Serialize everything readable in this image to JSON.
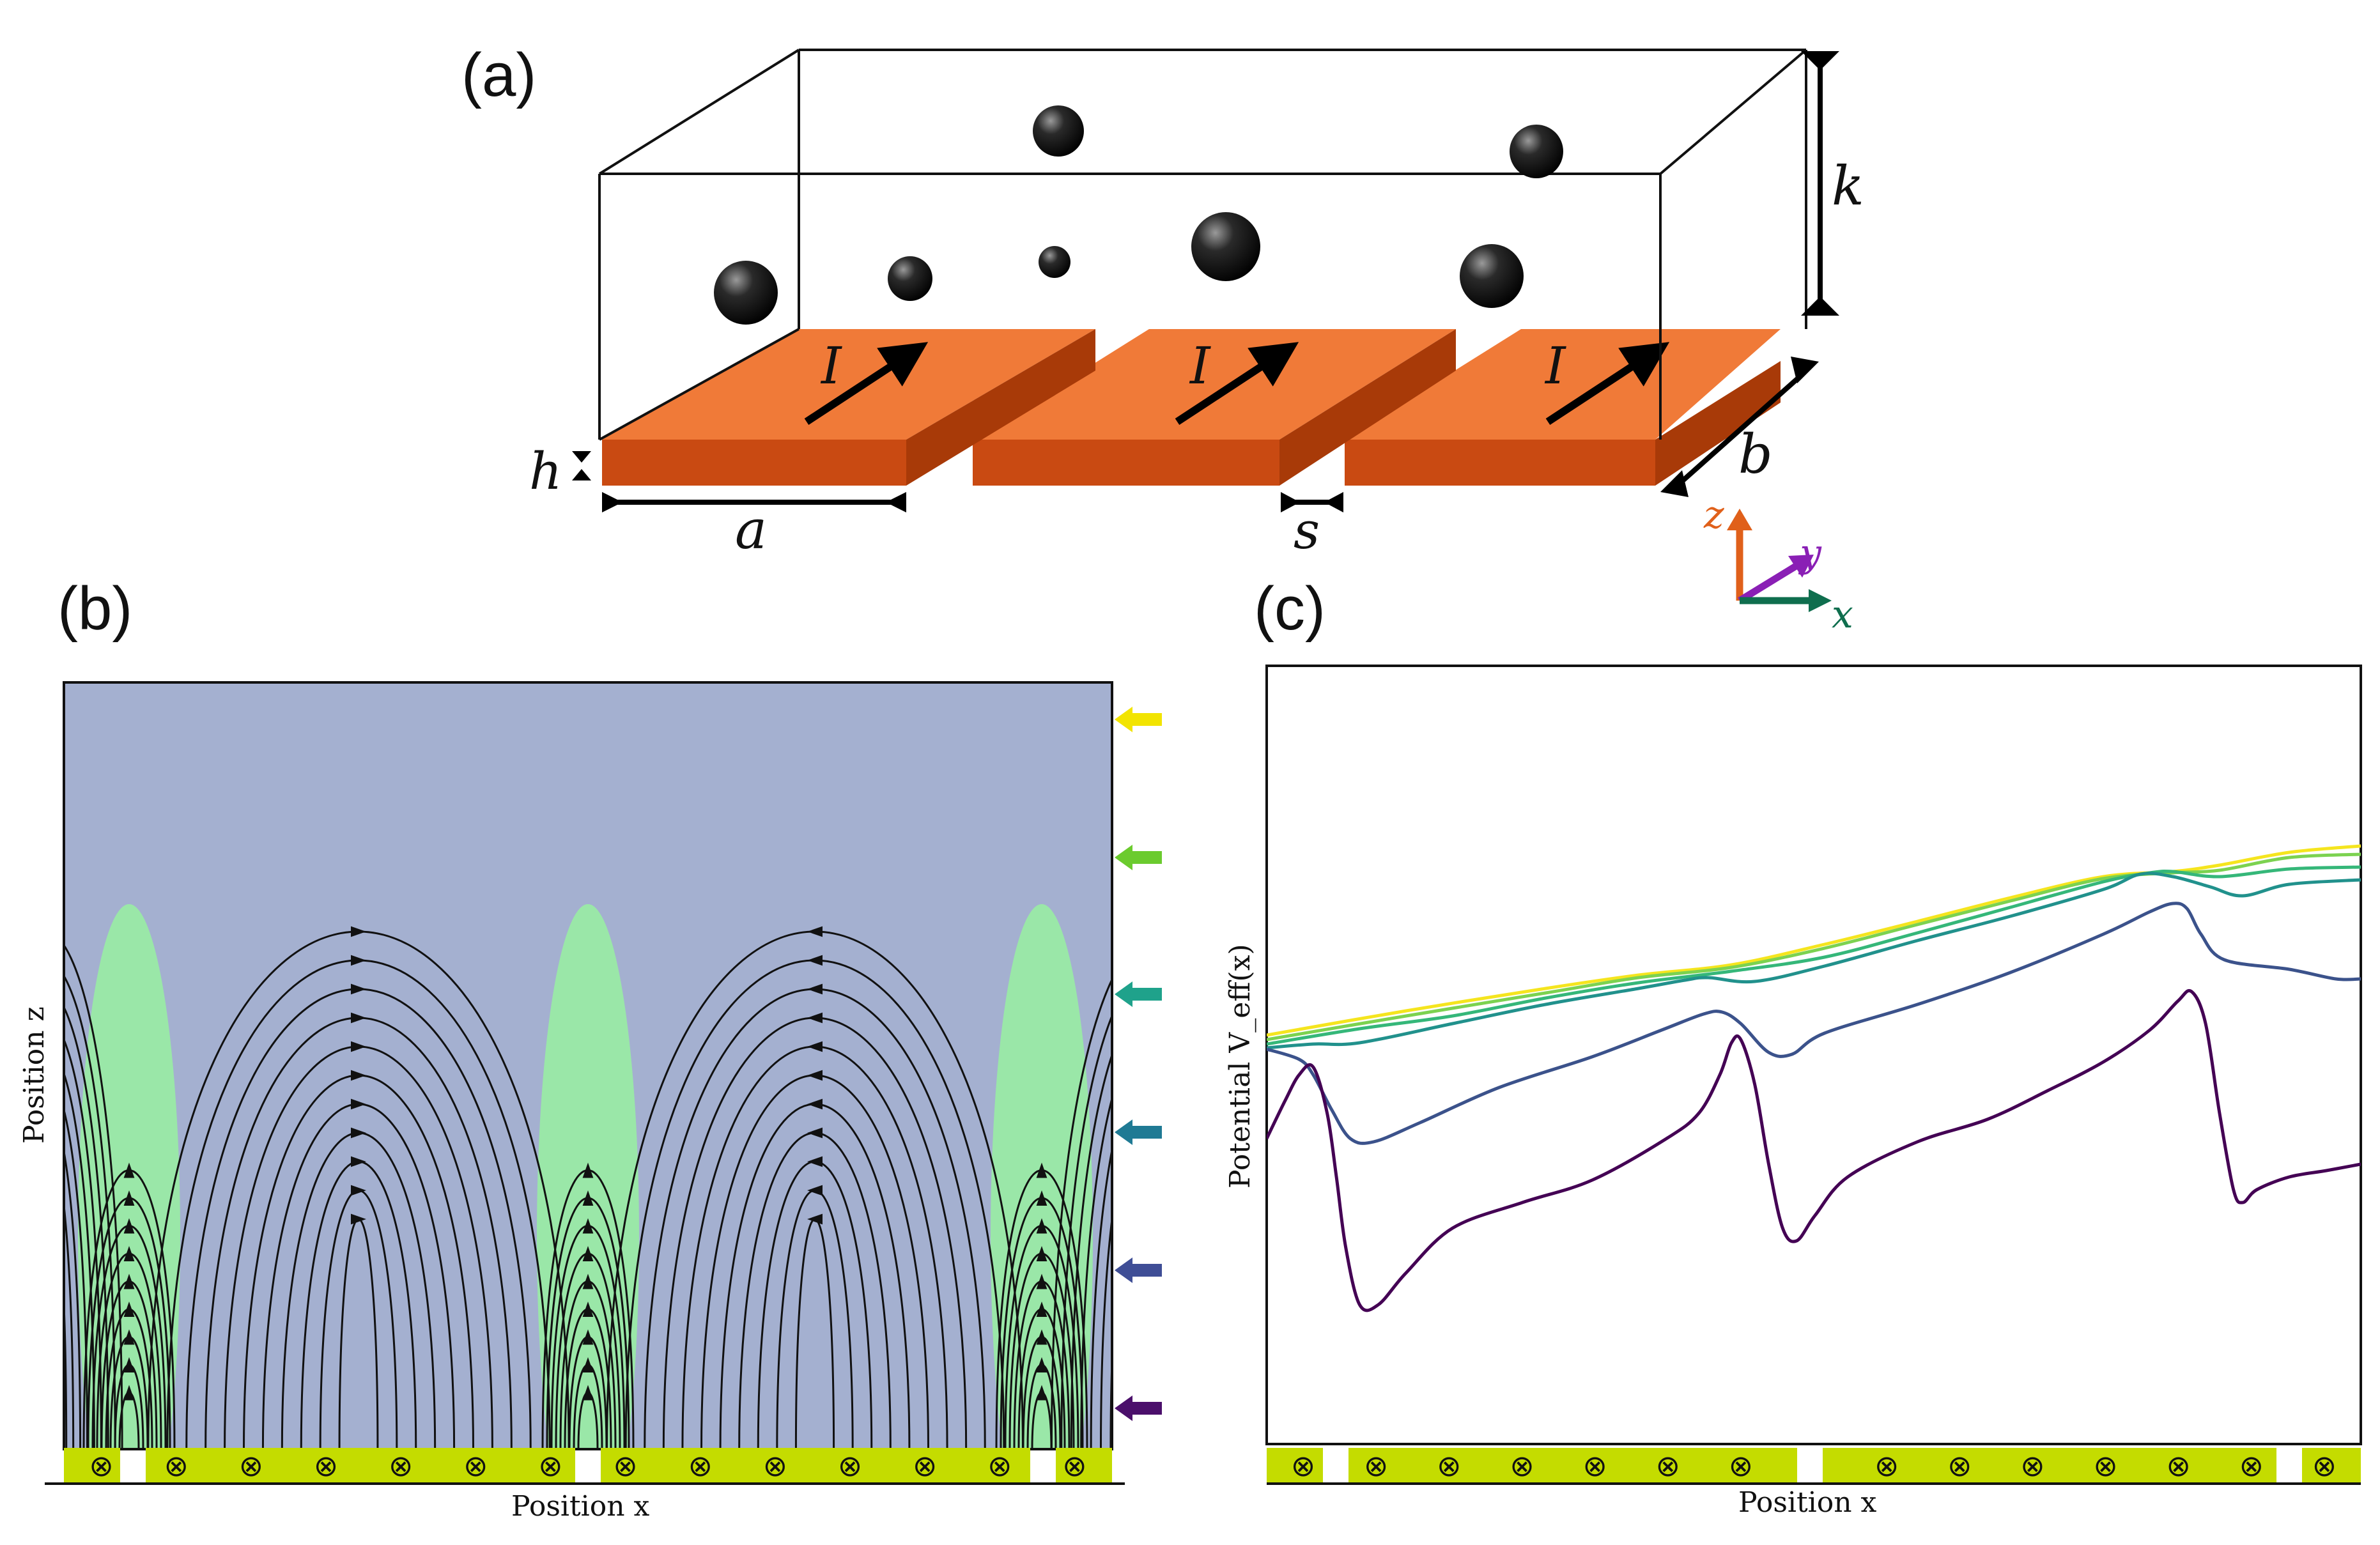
{
  "panels": {
    "a": {
      "label": "(a)"
    },
    "b": {
      "label": "(b)"
    },
    "c": {
      "label": "(c)"
    }
  },
  "diagram_a": {
    "current_symbol": "I",
    "dim_k": "k",
    "dim_h": "h",
    "dim_a": "a",
    "dim_s": "s",
    "dim_b": "b",
    "axis_z": "z",
    "axis_y": "y",
    "axis_x": "x",
    "colors": {
      "strip_top": "#f07a38",
      "strip_front": "#c94a12",
      "strip_side": "#a83a08",
      "axis_z": "#e0601a",
      "axis_y": "#8a1fb5",
      "axis_x": "#0f6e4e"
    }
  },
  "panel_b": {
    "xlabel": "Position x",
    "ylabel": "Position z",
    "conductor_symbol": "⊗",
    "colors": {
      "background": "#a4b0d0",
      "trap_region": "#9ae7a8",
      "conductor": "#c4dc00"
    },
    "level_markers": [
      "#f2e400",
      "#6bcb2e",
      "#1fa28b",
      "#1f7a94",
      "#3f4e96",
      "#4b0f6b"
    ]
  },
  "chart_data": {
    "type": "line",
    "xlabel": "Position x",
    "ylabel": "Potential V_eff(x)",
    "grid": false,
    "legend": "none",
    "ticks": "none",
    "conductor_symbol": "⊗",
    "series": [
      {
        "color": "#f5e51e",
        "points": [
          [
            0,
            578
          ],
          [
            300,
            540
          ],
          [
            600,
            505
          ],
          [
            800,
            484
          ],
          [
            1000,
            468
          ],
          [
            1200,
            436
          ],
          [
            1400,
            400
          ],
          [
            1600,
            363
          ],
          [
            1800,
            330
          ],
          [
            1950,
            322
          ],
          [
            2050,
            312
          ],
          [
            2200,
            292
          ],
          [
            2354,
            282
          ]
        ]
      },
      {
        "color": "#7cd250",
        "points": [
          [
            0,
            585
          ],
          [
            300,
            548
          ],
          [
            600,
            512
          ],
          [
            800,
            488
          ],
          [
            1000,
            472
          ],
          [
            1200,
            442
          ],
          [
            1400,
            405
          ],
          [
            1600,
            368
          ],
          [
            1800,
            333
          ],
          [
            1950,
            324
          ],
          [
            2050,
            320
          ],
          [
            2200,
            300
          ],
          [
            2354,
            295
          ]
        ]
      },
      {
        "color": "#35b779",
        "points": [
          [
            0,
            592
          ],
          [
            200,
            568
          ],
          [
            400,
            548
          ],
          [
            600,
            520
          ],
          [
            800,
            496
          ],
          [
            1000,
            478
          ],
          [
            1200,
            456
          ],
          [
            1400,
            418
          ],
          [
            1600,
            378
          ],
          [
            1800,
            338
          ],
          [
            1900,
            324
          ],
          [
            1950,
            322
          ],
          [
            2050,
            330
          ],
          [
            2200,
            318
          ],
          [
            2354,
            315
          ]
        ]
      },
      {
        "color": "#21918c",
        "points": [
          [
            0,
            598
          ],
          [
            100,
            592
          ],
          [
            200,
            590
          ],
          [
            400,
            560
          ],
          [
            600,
            530
          ],
          [
            800,
            505
          ],
          [
            900,
            492
          ],
          [
            950,
            488
          ],
          [
            1050,
            494
          ],
          [
            1200,
            470
          ],
          [
            1400,
            430
          ],
          [
            1600,
            392
          ],
          [
            1800,
            350
          ],
          [
            1880,
            326
          ],
          [
            1950,
            330
          ],
          [
            2030,
            346
          ],
          [
            2100,
            360
          ],
          [
            2200,
            342
          ],
          [
            2354,
            335
          ]
        ]
      },
      {
        "color": "#3b528b",
        "points": [
          [
            0,
            600
          ],
          [
            70,
            616
          ],
          [
            100,
            640
          ],
          [
            140,
            695
          ],
          [
            180,
            740
          ],
          [
            230,
            745
          ],
          [
            330,
            715
          ],
          [
            500,
            660
          ],
          [
            700,
            612
          ],
          [
            850,
            570
          ],
          [
            940,
            545
          ],
          [
            980,
            542
          ],
          [
            1020,
            560
          ],
          [
            1080,
            605
          ],
          [
            1130,
            608
          ],
          [
            1200,
            575
          ],
          [
            1400,
            530
          ],
          [
            1600,
            480
          ],
          [
            1800,
            420
          ],
          [
            1900,
            385
          ],
          [
            1950,
            372
          ],
          [
            1980,
            380
          ],
          [
            2010,
            420
          ],
          [
            2060,
            460
          ],
          [
            2200,
            475
          ],
          [
            2300,
            490
          ],
          [
            2354,
            490
          ]
        ]
      },
      {
        "color": "#440154",
        "points": [
          [
            0,
            740
          ],
          [
            40,
            680
          ],
          [
            70,
            640
          ],
          [
            100,
            628
          ],
          [
            130,
            700
          ],
          [
            150,
            800
          ],
          [
            170,
            910
          ],
          [
            200,
            1000
          ],
          [
            240,
            1000
          ],
          [
            300,
            950
          ],
          [
            400,
            880
          ],
          [
            550,
            840
          ],
          [
            700,
            805
          ],
          [
            860,
            740
          ],
          [
            930,
            700
          ],
          [
            975,
            640
          ],
          [
            1000,
            590
          ],
          [
            1020,
            585
          ],
          [
            1050,
            655
          ],
          [
            1080,
            780
          ],
          [
            1110,
            880
          ],
          [
            1140,
            900
          ],
          [
            1180,
            860
          ],
          [
            1250,
            800
          ],
          [
            1400,
            745
          ],
          [
            1550,
            710
          ],
          [
            1680,
            665
          ],
          [
            1800,
            620
          ],
          [
            1900,
            570
          ],
          [
            1960,
            525
          ],
          [
            1990,
            510
          ],
          [
            2020,
            560
          ],
          [
            2050,
            700
          ],
          [
            2080,
            820
          ],
          [
            2100,
            840
          ],
          [
            2130,
            820
          ],
          [
            2200,
            800
          ],
          [
            2280,
            790
          ],
          [
            2354,
            780
          ]
        ]
      }
    ]
  }
}
